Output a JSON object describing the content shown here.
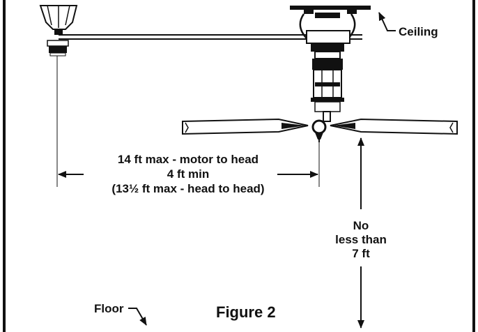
{
  "labels": {
    "ceiling": "Ceiling",
    "dim_line1": "14 ft max - motor to head",
    "dim_line2": "4 ft min",
    "dim_line3": "(13½ ft max - head to head)",
    "height_line1": "No",
    "height_line2": "less than",
    "height_line3": "7 ft",
    "floor": "Floor",
    "figure": "Figure 2"
  },
  "colors": {
    "ink": "#111111",
    "paper": "#ffffff"
  }
}
